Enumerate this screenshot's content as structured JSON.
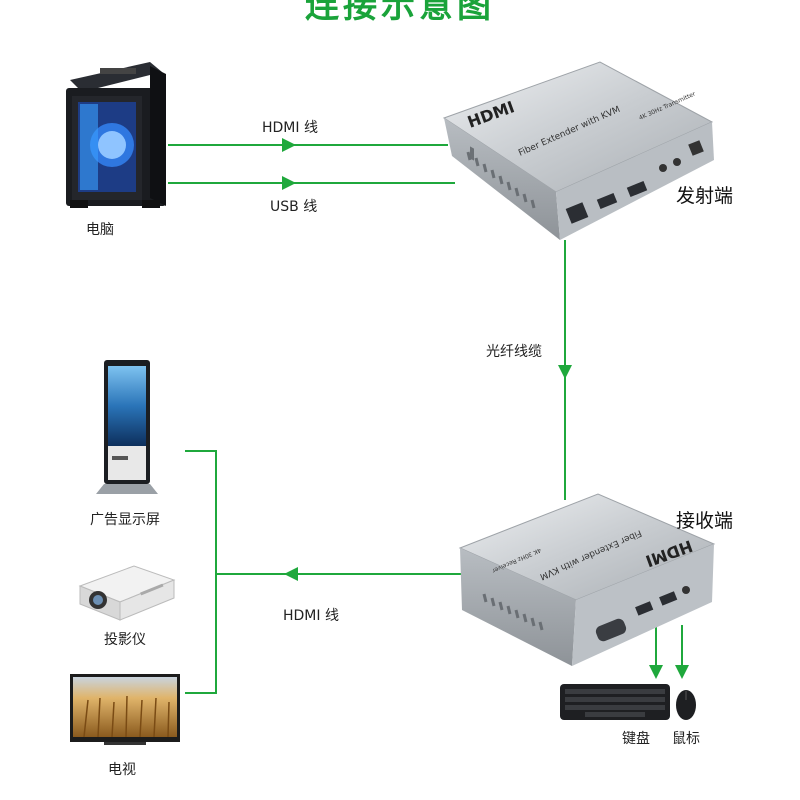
{
  "title": "连接示意图",
  "labels": {
    "computer": "电脑",
    "hdmi_top": "HDMI 线",
    "usb": "USB 线",
    "transmitter": "发射端",
    "fiber": "光纤线缆",
    "receiver": "接收端",
    "signage": "广告显示屏",
    "projector": "投影仪",
    "tv": "电视",
    "hdmi_bottom": "HDMI 线",
    "keyboard": "键盘",
    "mouse": "鼠标"
  },
  "device": {
    "brand": "HDMI",
    "model_text": "Fiber Extender with KVM",
    "tx_spec": "4K 30Hz Transmitter",
    "rx_spec": "4K 30Hz Receiver"
  },
  "colors": {
    "line": "#1fa83c",
    "accent": "#1aa33a"
  }
}
